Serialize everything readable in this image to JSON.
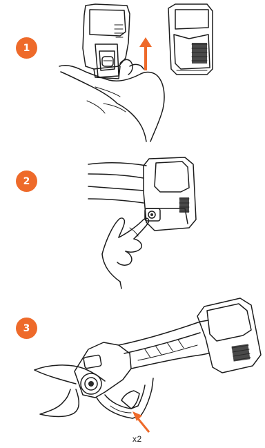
{
  "steps": [
    {
      "number": "1"
    },
    {
      "number": "2"
    },
    {
      "number": "3"
    }
  ],
  "callout": {
    "quantity_label": "x2"
  },
  "colors": {
    "accent": "#EE6A2A",
    "line": "#1C1C1C"
  },
  "icons": {
    "direction_arrow": "arrow-up-icon",
    "pointer_arrow": "arrow-up-right-icon"
  }
}
